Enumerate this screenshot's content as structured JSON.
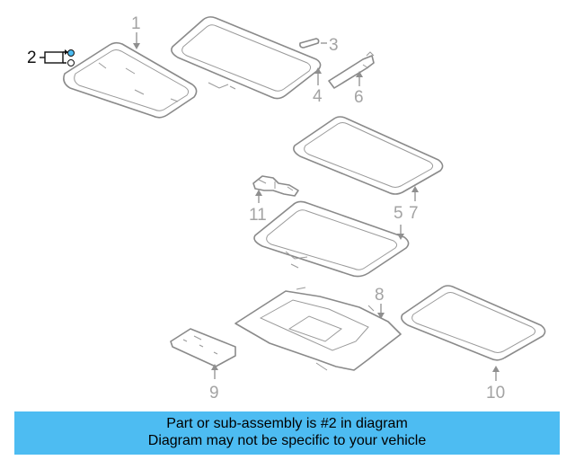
{
  "diagram": {
    "callouts": [
      {
        "id": "1",
        "label": "1"
      },
      {
        "id": "2",
        "label": "2"
      },
      {
        "id": "3",
        "label": "3"
      },
      {
        "id": "4",
        "label": "4"
      },
      {
        "id": "5",
        "label": "5"
      },
      {
        "id": "6",
        "label": "6"
      },
      {
        "id": "7",
        "label": "7"
      },
      {
        "id": "8",
        "label": "8"
      },
      {
        "id": "9",
        "label": "9"
      },
      {
        "id": "10",
        "label": "10"
      },
      {
        "id": "11",
        "label": "11"
      }
    ],
    "highlighted_part": "2",
    "colors": {
      "part_line": "#8a8a8a",
      "label": "#a3a3a3",
      "active_label": "#111111",
      "active_part": "#4dbcf2",
      "banner": "#4dbcf2"
    }
  },
  "banner": {
    "line1": "Part or sub-assembly is #2 in diagram",
    "line2": "Diagram may not be specific to your vehicle"
  }
}
